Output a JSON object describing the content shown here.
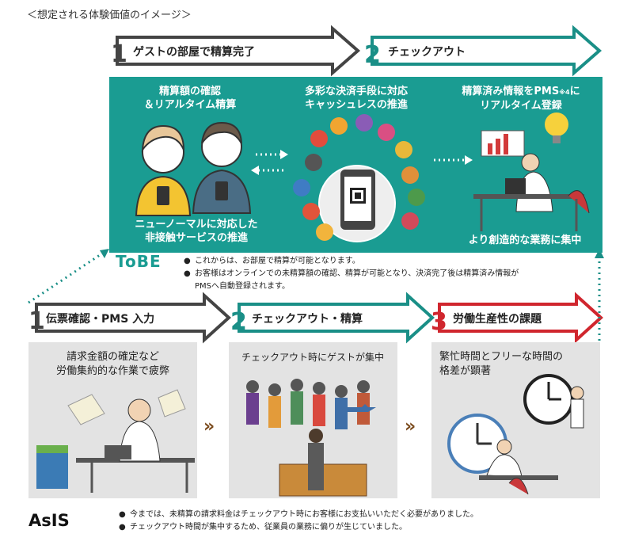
{
  "caption": "＜想定される体験価値のイメージ＞",
  "tobe": {
    "steps": [
      {
        "num": "1",
        "label": "ゲストの部屋で精算完了"
      },
      {
        "num": "2",
        "label": "チェックアウト"
      }
    ],
    "col1_title_line1": "精算額の確認",
    "col1_title_line2": "＆リアルタイム精算",
    "col1_footer_line1": "ニューノーマルに対応した",
    "col1_footer_line2": "非接触サービスの推進",
    "col2_title_line1": "多彩な決済手段に対応",
    "col2_title_line2": "キャッシュレスの推進",
    "col3_title_line1": "精算済み情報をPMS",
    "col3_title_note": "※4",
    "col3_title_suffix": "に",
    "col3_title_line2": "リアルタイム登録",
    "col3_footer": "より創造的な業務に集中",
    "logo": "ToBE",
    "bullets": [
      "これからは、お部屋で精算が可能となります。",
      "お客様はオンラインでの未精算額の確認、精算が可能となり、決済完了後は精算済み情報が",
      "PMSへ自動登録されます。"
    ]
  },
  "asis": {
    "steps": [
      {
        "num": "1",
        "label": "伝票確認・PMS 入力"
      },
      {
        "num": "2",
        "label": "チェックアウト・精算"
      },
      {
        "num": "3",
        "label": "労働生産性の課題"
      }
    ],
    "panel1_line1": "請求金額の確定など",
    "panel1_line2": "労働集約的な作業で疲弊",
    "panel2_line1": "チェックアウト時にゲストが集中",
    "panel3_line1": "繁忙時間とフリーな時間の",
    "panel3_line2": "格差が顕著",
    "logo": "AsIS",
    "bullets": [
      "今までは、未精算の請求料金はチェックアウト時にお客様にお支払いいただく必要がありました。",
      "チェックアウト時間が集中するため、従業員の業務に偏りが生じていました。"
    ]
  },
  "colors": {
    "teal": "#1a9c92",
    "arrow_gray": "#444444",
    "arrow_teal": "#1a8f87",
    "arrow_red": "#d0262e",
    "panel_gray": "#e3e3e3",
    "chevron_brown": "#7a4a1c"
  }
}
